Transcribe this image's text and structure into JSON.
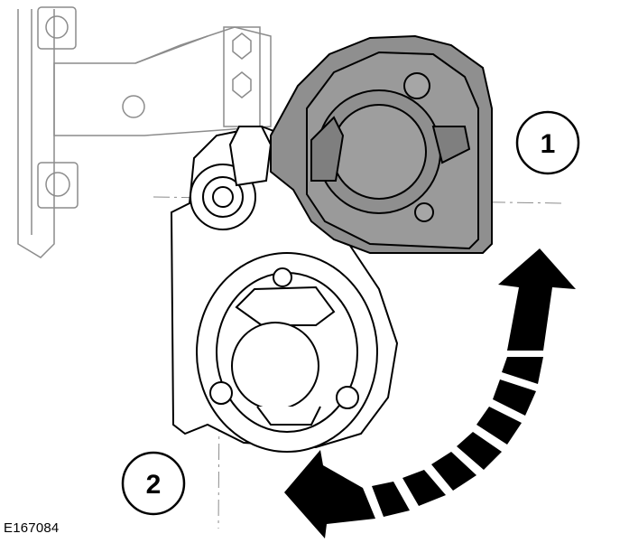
{
  "figure": {
    "id": "E167084",
    "callouts": [
      {
        "label": "1"
      },
      {
        "label": "2"
      }
    ],
    "colors": {
      "line": "#000000",
      "ghost_line": "#8c8c8c",
      "shaded_part": "#8f8f8f",
      "shaded_dark": "#6e6e6e",
      "arrow": "#000000",
      "background": "#ffffff"
    },
    "icons": [
      "rotation-arrow-icon"
    ]
  }
}
